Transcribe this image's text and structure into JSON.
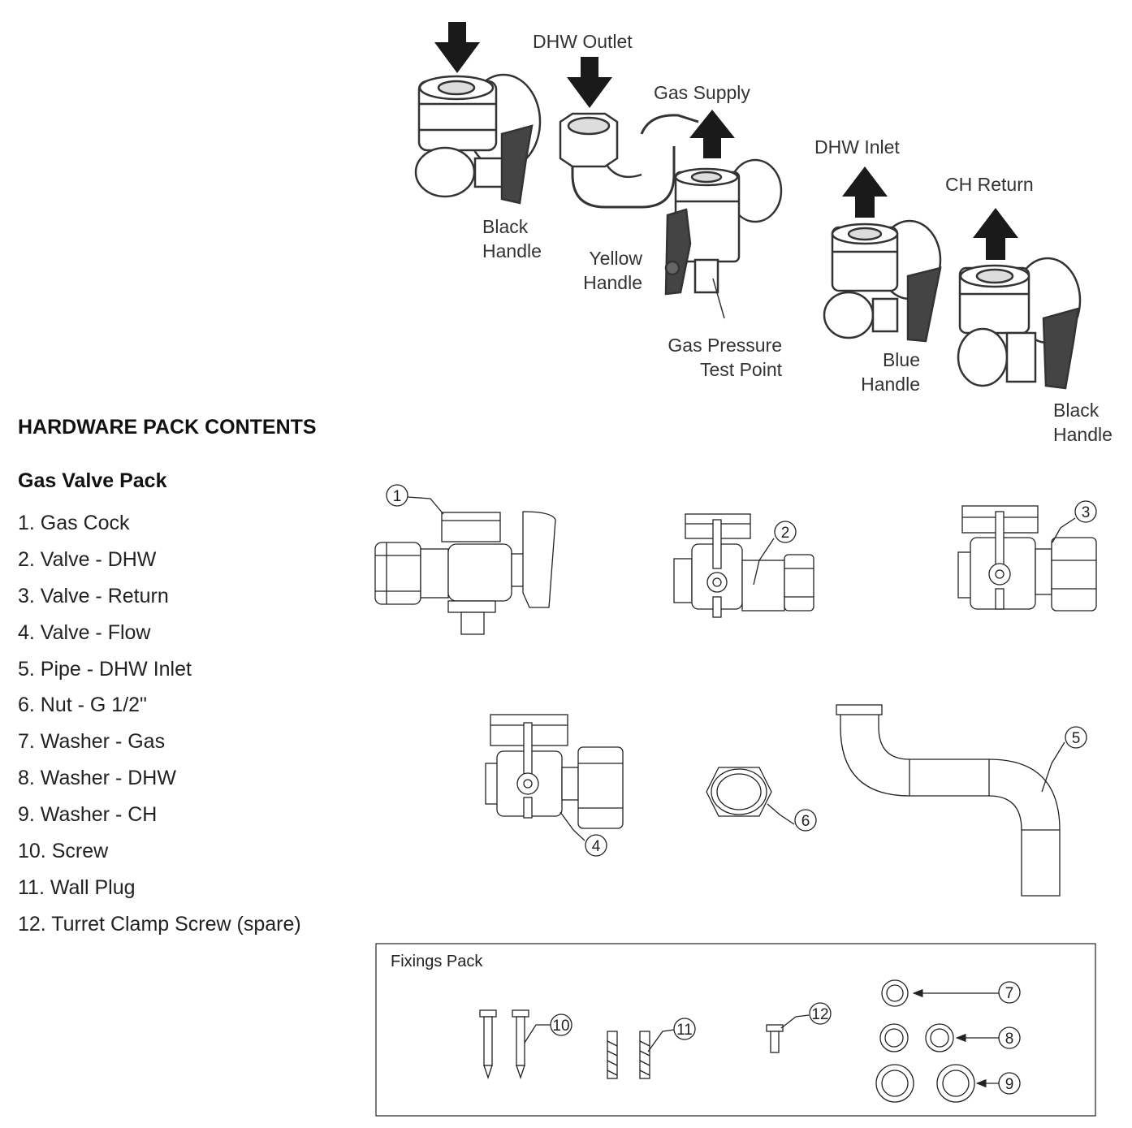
{
  "top_labels": {
    "dhw_outlet": "DHW Outlet",
    "gas_supply": "Gas Supply",
    "black_handle_1": "Black\nHandle",
    "yellow_handle": "Yellow\nHandle",
    "gas_pressure_test_point": "Gas Pressure\nTest Point",
    "dhw_inlet": "DHW Inlet",
    "ch_return": "CH Return",
    "blue_handle": "Blue\nHandle",
    "black_handle_2": "Black\nHandle"
  },
  "heading": "HARDWARE PACK CONTENTS",
  "subheading": "Gas Valve Pack",
  "items": [
    "1. Gas Cock",
    "2. Valve - DHW",
    "3. Valve - Return",
    "4. Valve - Flow",
    "5. Pipe - DHW Inlet",
    "6. Nut - G 1/2\"",
    "7. Washer - Gas",
    "8. Washer - DHW",
    "9. Washer - CH",
    "10. Screw",
    "11. Wall Plug",
    "12. Turret Clamp Screw (spare)"
  ],
  "callouts": [
    "1",
    "2",
    "3",
    "4",
    "5",
    "6",
    "7",
    "8",
    "9",
    "10",
    "11",
    "12"
  ],
  "fixings_title": "Fixings Pack"
}
